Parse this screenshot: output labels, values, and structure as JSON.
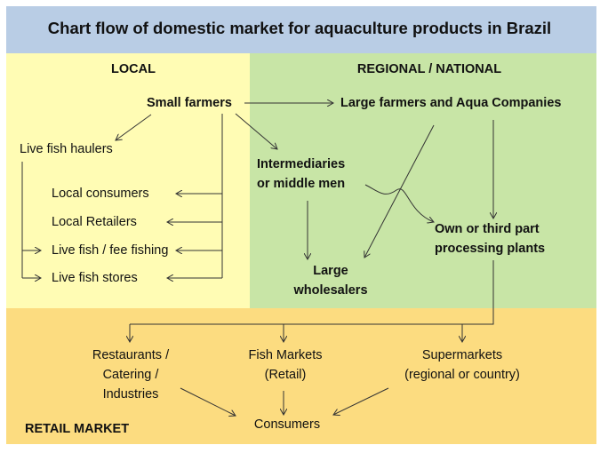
{
  "title": "Chart flow of domestic market for aquaculture products in Brazil",
  "sections": {
    "local": "LOCAL",
    "regional": "REGIONAL / NATIONAL",
    "retail": "RETAIL MARKET"
  },
  "nodes": {
    "small_farmers": "Small farmers",
    "large_farmers": "Large farmers and Aqua Companies",
    "live_fish_haulers": "Live fish haulers",
    "intermediaries": [
      "Intermediaries",
      "or middle men"
    ],
    "local_consumers": "Local consumers",
    "local_retailers": "Local Retailers",
    "live_fish_fee_fishing": "Live fish / fee fishing",
    "live_fish_stores": "Live fish stores",
    "processing_plants": [
      "Own or third part",
      "processing plants"
    ],
    "large_wholesalers": [
      "Large",
      "wholesalers"
    ],
    "restaurants": [
      "Restaurants /",
      "Catering /",
      "Industries"
    ],
    "fish_markets": [
      "Fish Markets",
      "(Retail)"
    ],
    "supermarkets": [
      "Supermarkets",
      "(regional or country)"
    ],
    "consumers": "Consumers"
  },
  "colors": {
    "header": "#b9cde5",
    "local": "#fffcb4",
    "regional": "#c8e5a6",
    "retail": "#fcdc80"
  }
}
